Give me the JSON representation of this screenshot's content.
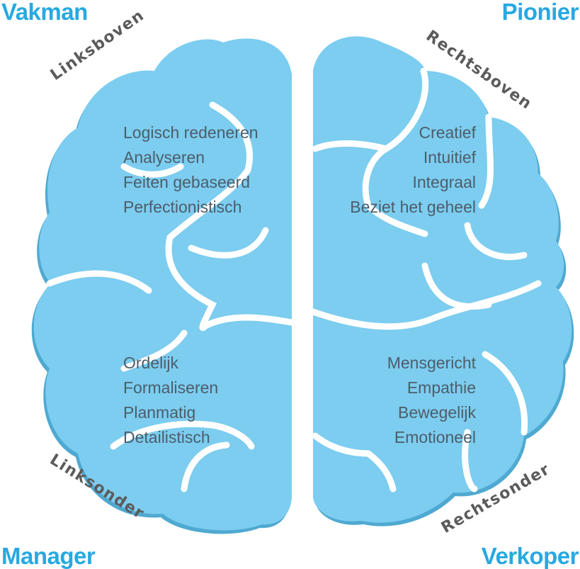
{
  "corners": {
    "top_left": "Vakman",
    "top_right": "Pionier",
    "bottom_left": "Manager",
    "bottom_right": "Verkoper"
  },
  "quadrants": {
    "top_left": {
      "label": "Linksboven",
      "traits": [
        "Logisch redeneren",
        "Analyseren",
        "Feiten gebaseerd",
        "Perfectionistisch"
      ]
    },
    "top_right": {
      "label": "Rechtsboven",
      "traits": [
        "Creatief",
        "Intuitief",
        "Integraal",
        "Beziet het geheel"
      ]
    },
    "bottom_left": {
      "label": "Linksonder",
      "traits": [
        "Ordelijk",
        "Formaliseren",
        "Planmatig",
        "Detailistisch"
      ]
    },
    "bottom_right": {
      "label": "Rechtsonder",
      "traits": [
        "Mensgericht",
        "Empathie",
        "Bewegelijk",
        "Emotioneel"
      ]
    }
  },
  "colors": {
    "accent": "#27a9e1",
    "brain_fill": "#7ccdf0",
    "brain_shadow": "#4fa9d1",
    "text": "#4d5d6a",
    "label": "#5b5b5b"
  }
}
